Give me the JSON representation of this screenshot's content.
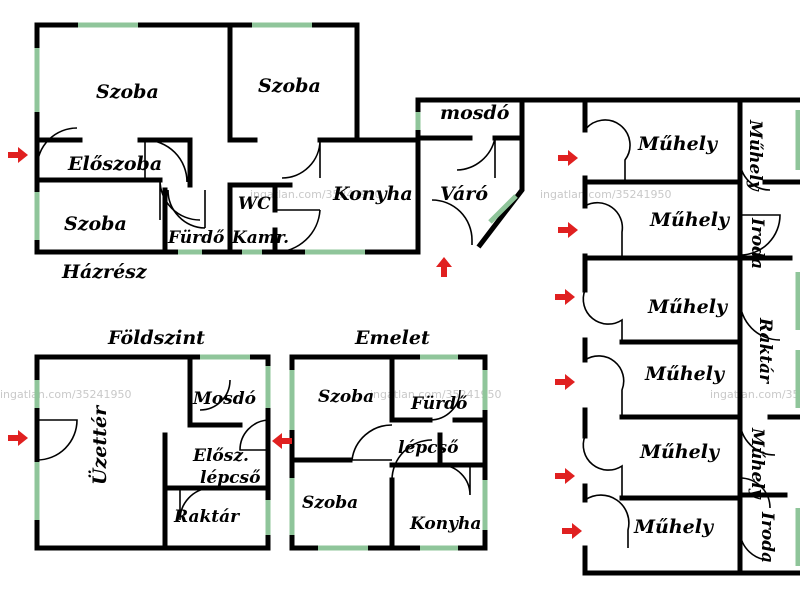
{
  "watermark": "ingatlan.com/35241950",
  "colors": {
    "wall": "#000000",
    "window": "#8fc59a",
    "entry_arrow": "#e02020"
  },
  "sections": {
    "house": "Házrész",
    "ground": "Földszint",
    "upper": "Emelet"
  },
  "house": {
    "room1": "Szoba",
    "room2": "Szoba",
    "hall": "Előszoba",
    "room3": "Szoba",
    "bath": "Fürdő",
    "wc": "WC",
    "pantry": "Kamr.",
    "kitchen": "Konyha",
    "washroom": "mosdó",
    "waiting": "Váró"
  },
  "ground": {
    "shop": "Üzettér",
    "washroom": "Mosdó",
    "hall": "Elősz.",
    "stairs": "lépcső",
    "storage": "Raktár"
  },
  "upper": {
    "room1": "Szoba",
    "bath": "Fürdő",
    "stairs": "lépcső",
    "room2": "Szoba",
    "kitchen": "Konyha"
  },
  "workshops": {
    "w1": "Műhely",
    "w2": "Műhely",
    "w3": "Műhely",
    "w4": "Műhely",
    "w5": "Műhely",
    "w6": "Műhely",
    "side1": "Műhely",
    "side2": "Iroda",
    "side3": "Raktár",
    "side4": "Műhely",
    "side5": "Iroda"
  }
}
